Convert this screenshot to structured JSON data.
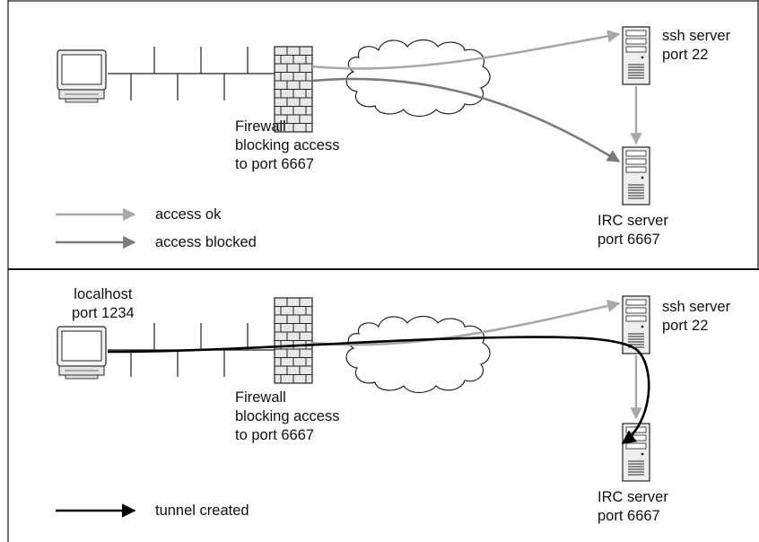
{
  "top_panel": {
    "firewall_label": [
      "Firewall",
      "blocking access",
      "to port 6667"
    ],
    "ssh_server_label": [
      "ssh server",
      "port 22"
    ],
    "irc_server_label": [
      "IRC server",
      "port 6667"
    ],
    "legend": [
      {
        "label": "access ok",
        "color": "#a8a8a8"
      },
      {
        "label": "access blocked",
        "color": "#7b7b7b"
      }
    ]
  },
  "bottom_panel": {
    "client_label": [
      "localhost",
      "port 1234"
    ],
    "firewall_label": [
      "Firewall",
      "blocking access",
      "to port 6667"
    ],
    "ssh_server_label": [
      "ssh server",
      "port 22"
    ],
    "irc_server_label": [
      "IRC server",
      "port 6667"
    ],
    "legend": [
      {
        "label": "tunnel created",
        "color": "#000000"
      }
    ]
  },
  "icons": {
    "client": "desktop-computer-icon",
    "firewall": "brick-wall-icon",
    "internet": "cloud-icon",
    "server": "tower-server-icon"
  }
}
